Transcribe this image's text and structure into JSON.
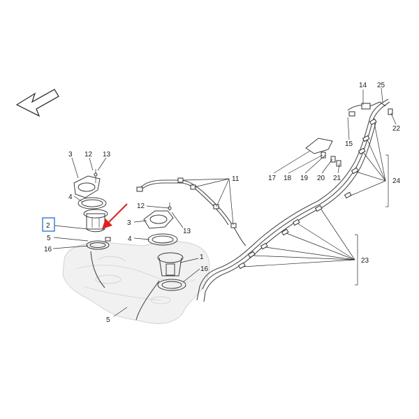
{
  "callouts": {
    "c1": "1",
    "c2": "2",
    "c3a": "3",
    "c3b": "3",
    "c4a": "4",
    "c4b": "4",
    "c5a": "5",
    "c5b": "5",
    "c11": "11",
    "c12a": "12",
    "c12b": "12",
    "c13a": "13",
    "c13b": "13",
    "c14": "14",
    "c15": "15",
    "c16a": "16",
    "c16b": "16",
    "c17": "17",
    "c18": "18",
    "c19": "19",
    "c20": "20",
    "c21": "21",
    "c22": "22",
    "c23": "23",
    "c24": "24",
    "c25": "25"
  },
  "colors": {
    "highlight_box": "#1f6fd1",
    "pointer_arrow": "#e0201c",
    "line": "#3a3a3a",
    "tank_ghost": "#f1f1f1"
  },
  "icons": {
    "direction": "outline-arrow-icon",
    "pointer": "red-pointer-arrow-icon"
  }
}
